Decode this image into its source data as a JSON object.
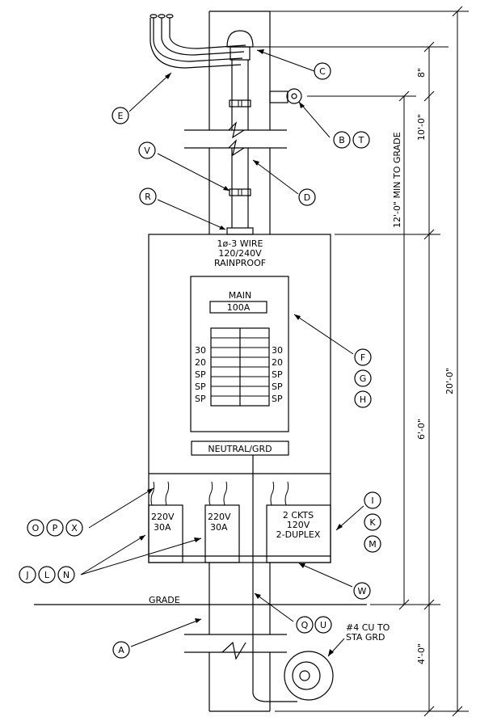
{
  "panel": {
    "header_line1": "1ø-3 WIRE",
    "header_line2": "120/240V",
    "header_line3": "RAINPROOF",
    "main_label": "MAIN",
    "main_rating": "100A",
    "breakers_left": [
      "30",
      "20",
      "SP",
      "SP",
      "SP"
    ],
    "breakers_right": [
      "30",
      "20",
      "SP",
      "SP",
      "SP"
    ],
    "neutral_label": "NEUTRAL/GRD"
  },
  "receptacles": {
    "r1_line1": "220V",
    "r1_line2": "30A",
    "r2_line1": "220V",
    "r2_line2": "30A",
    "r3_line1": "2 CKTS",
    "r3_line2": "120V",
    "r3_line3": "2-DUPLEX"
  },
  "grade_label": "GRADE",
  "ground_note_line1": "#4 CU TO",
  "ground_note_line2": "STA GRD",
  "dimensions": {
    "d8": "8\"",
    "d10": "10'-0\"",
    "d12": "12'-0\" MIN TO GRADE",
    "d20": "20'-0\"",
    "d6": "6'-0\"",
    "d4": "4'-0\""
  },
  "callouts": {
    "A": "A",
    "B": "B",
    "C": "C",
    "D": "D",
    "E": "E",
    "F": "F",
    "G": "G",
    "H": "H",
    "I": "I",
    "J": "J",
    "K": "K",
    "L": "L",
    "M": "M",
    "N": "N",
    "O": "O",
    "P": "P",
    "Q": "Q",
    "R": "R",
    "T": "T",
    "U": "U",
    "V": "V",
    "W": "W",
    "X": "X"
  }
}
